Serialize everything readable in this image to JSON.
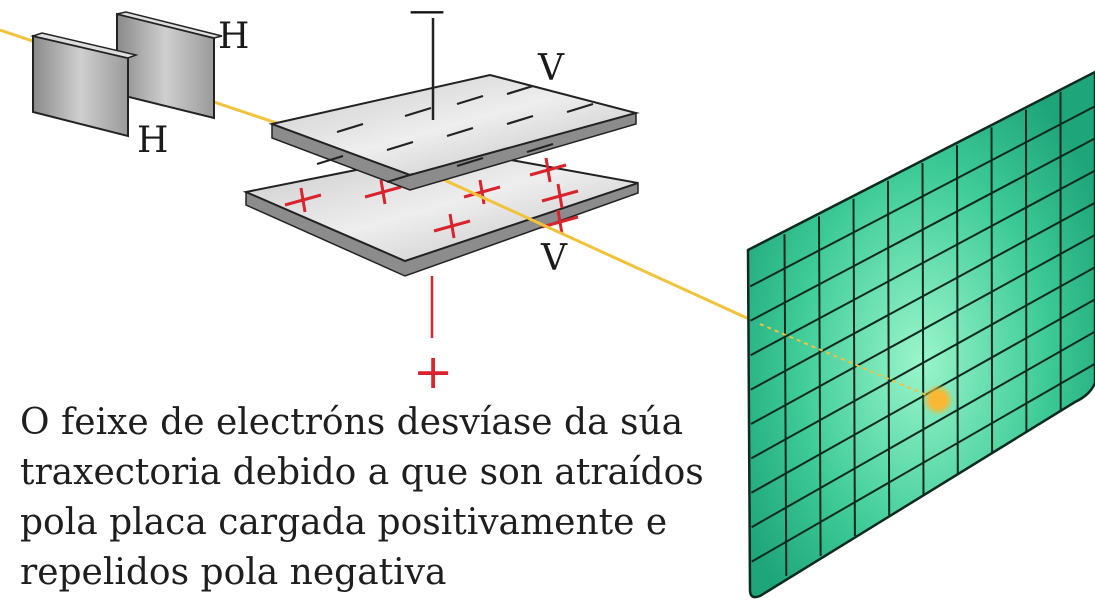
{
  "labels": {
    "h_top": "H",
    "h_bottom": "H",
    "v_top": "V",
    "v_bottom": "V",
    "minus": "—",
    "plus": "+"
  },
  "caption": [
    "O feixe de electróns desvíase da súa",
    "traxectoria debido a que son atraídos",
    "pola placa cargada positivamente e",
    "repelidos pola negativa"
  ],
  "colors": {
    "beam": "#f2c23a",
    "screen": "#2fbf8f",
    "screen_glow": "#8ff0c4",
    "grid": "#0e2a1f",
    "positive": "#d9232d",
    "negative": "#111111",
    "plate": "#d9d9d9",
    "spot": "#f7b733"
  }
}
